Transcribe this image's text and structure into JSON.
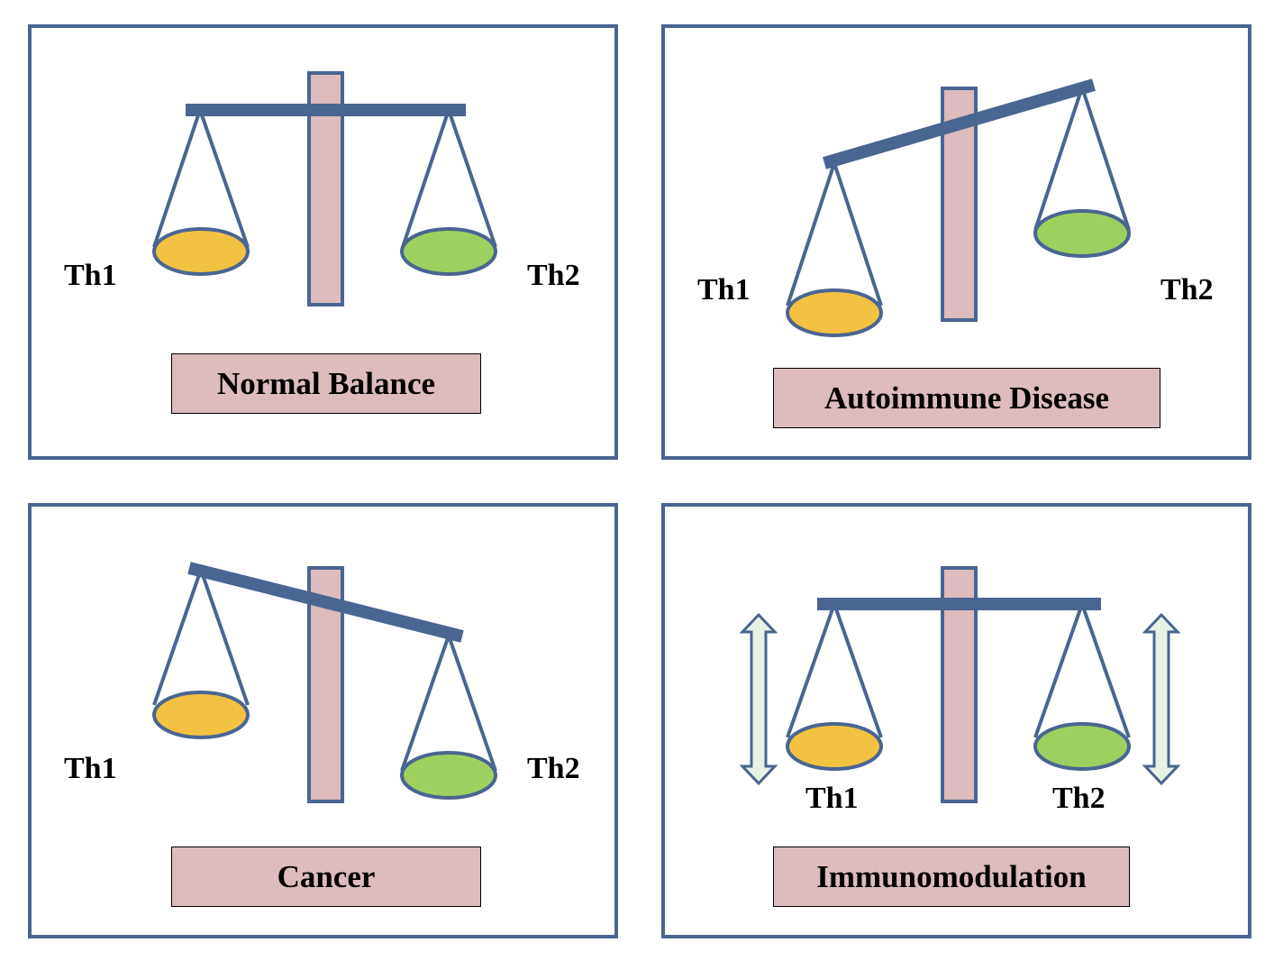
{
  "colors": {
    "frame": "#4a6591",
    "post": "#dcbcbc",
    "beam": "#4a6591",
    "th1_pan": "#f4c243",
    "th2_pan": "#9fd05f",
    "arrow_fill": "#e9f0e6",
    "caption_fill": "#dcbcbc"
  },
  "panels": [
    {
      "state": "balanced",
      "th1": "Th1",
      "th2": "Th2",
      "caption": "Normal Balance"
    },
    {
      "state": "th2-heavy",
      "th1": "Th1",
      "th2": "Th2",
      "caption": "Autoimmune Disease"
    },
    {
      "state": "th1-heavy",
      "th1": "Th1",
      "th2": "Th2",
      "caption": "Cancer"
    },
    {
      "state": "balanced-adjustable",
      "th1": "Th1",
      "th2": "Th2",
      "caption": "Immunomodulation",
      "icons": [
        "up-down-arrow-icon",
        "up-down-arrow-icon"
      ]
    }
  ]
}
